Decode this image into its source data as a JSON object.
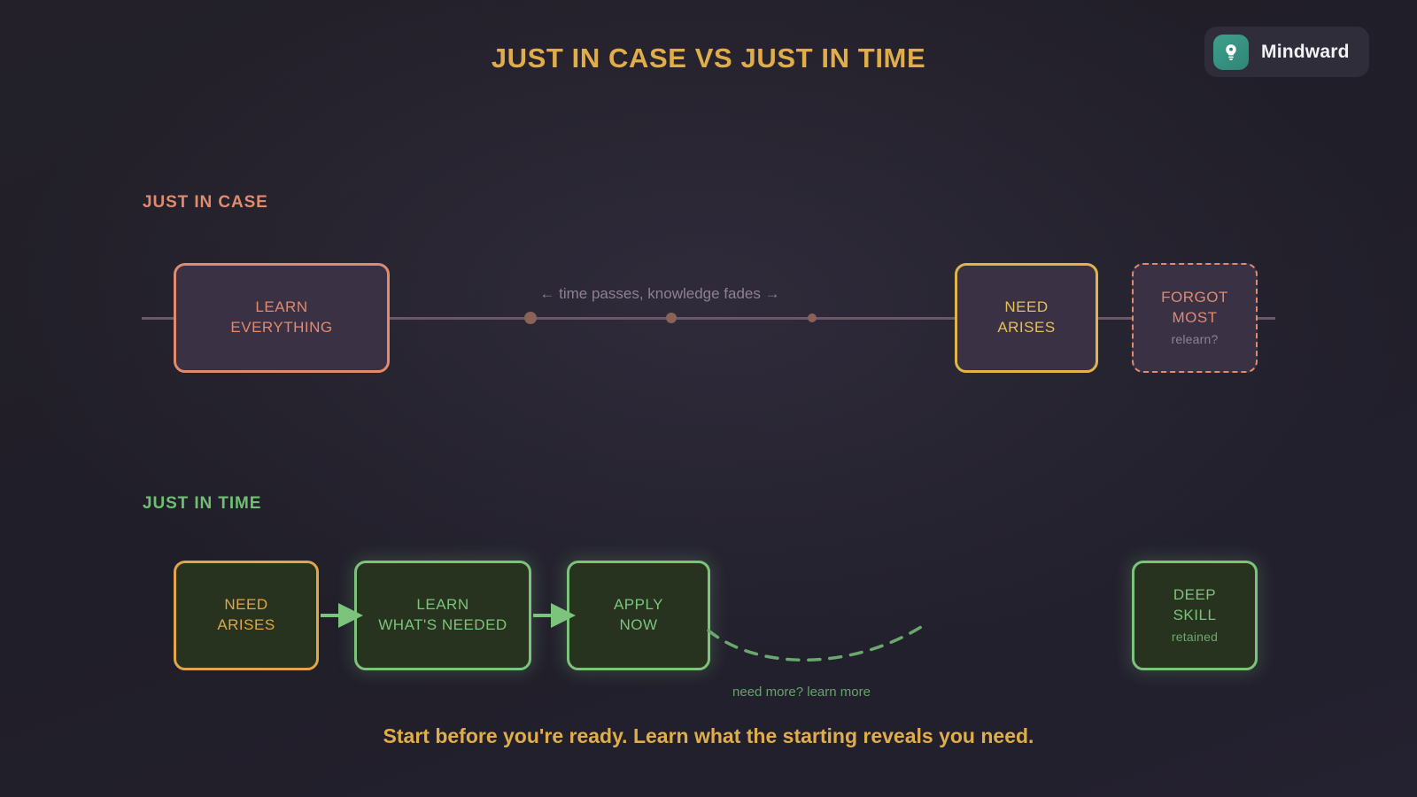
{
  "header": {
    "title": "JUST IN CASE VS JUST IN TIME",
    "brand_name": "Mindward",
    "brand_icon": "lightbulb-icon",
    "brand_color": "#3fa08c",
    "title_color": "#e0ad4b"
  },
  "sections": {
    "case": {
      "label": "JUST IN CASE",
      "label_color": "#e08a6e",
      "timeline_caption": "← time passes, knowledge fades →",
      "nodes": [
        {
          "line1": "LEARN",
          "line2": "EVERYTHING",
          "sub": "",
          "style": "coral-solid"
        },
        {
          "line1": "NEED",
          "line2": "ARISES",
          "sub": "",
          "style": "gold-solid"
        },
        {
          "line1": "FORGOT",
          "line2": "MOST",
          "sub": "relearn?",
          "style": "coral-dashed"
        }
      ]
    },
    "time": {
      "label": "JUST IN TIME",
      "label_color": "#6fbf73",
      "curve_caption": "need more? learn more",
      "nodes": [
        {
          "line1": "NEED",
          "line2": "ARISES",
          "sub": "",
          "style": "amber-solid"
        },
        {
          "line1": "LEARN",
          "line2": "WHAT'S NEEDED",
          "sub": "",
          "style": "green-solid"
        },
        {
          "line1": "APPLY",
          "line2": "NOW",
          "sub": "",
          "style": "green-solid"
        },
        {
          "line1": "DEEP",
          "line2": "SKILL",
          "sub": "retained",
          "style": "green-solid"
        }
      ]
    }
  },
  "footer": {
    "caption": "Start before you're ready. Learn what the starting reveals you need.",
    "caption_color": "#e0ad4b"
  }
}
